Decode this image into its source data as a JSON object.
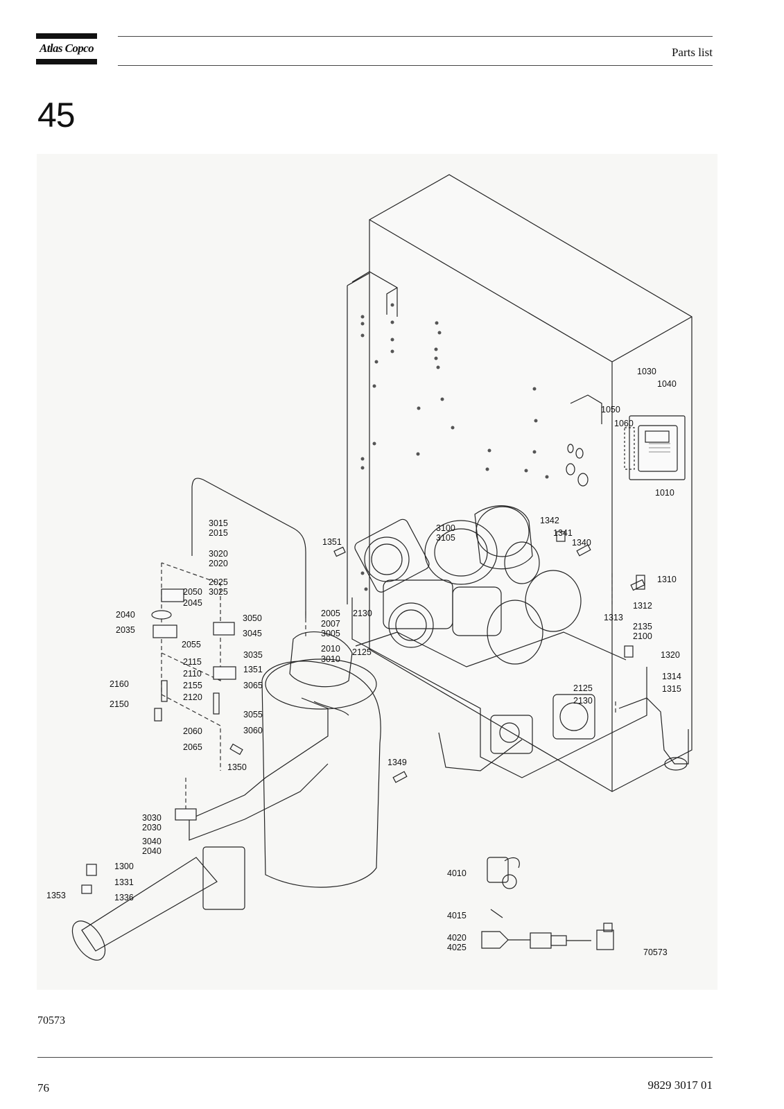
{
  "header": {
    "brand": "Atlas Copco",
    "title": "Parts list"
  },
  "section": {
    "number": "45"
  },
  "figure": {
    "drawing_id": "70573",
    "callouts": {
      "c1030": "1030",
      "c1040": "1040",
      "c1050": "1050",
      "c1060": "1060",
      "c1010": "1010",
      "c1342": "1342",
      "c1341": "1341",
      "c1340": "1340",
      "c1310": "1310",
      "c1312": "1312",
      "c1313": "1313",
      "c2135_2100": "2135\n2100",
      "c1320": "1320",
      "c1314": "1314",
      "c1315": "1315",
      "c2125b": "2125",
      "c2130b": "2130",
      "c1351a": "1351",
      "c3100_3105": "3100\n3105",
      "c3015_2015": "3015\n2015",
      "c3020_2020": "3020\n2020",
      "c2025_3025": "2025\n3025",
      "c2050": "2050",
      "c2045": "2045",
      "c2040a": "2040",
      "c2035": "2035",
      "c3050": "3050",
      "c3045": "3045",
      "c2055": "2055",
      "c2115": "2115",
      "c2110": "2110",
      "c2160": "2160",
      "c2155": "2155",
      "c2120": "2120",
      "c2150": "2150",
      "c2060": "2060",
      "c2065": "2065",
      "c2005": "2005",
      "c2007": "2007",
      "c3005": "3005",
      "c2010": "2010",
      "c3010": "3010",
      "c2130a": "2130",
      "c2125a": "2125",
      "c3035": "3035",
      "c1351b": "1351",
      "c3065": "3065",
      "c3055": "3055",
      "c3060": "3060",
      "c1350": "1350",
      "c1349": "1349",
      "c3030_2030": "3030\n2030",
      "c3040_2040": "3040\n2040",
      "c1300": "1300",
      "c1331": "1331",
      "c1353": "1353",
      "c1336": "1336",
      "c4010": "4010",
      "c4015": "4015",
      "c4020_4025": "4020\n4025"
    }
  },
  "footer": {
    "figure_ref": "70573",
    "page": "76",
    "doc_number": "9829 3017 01"
  }
}
